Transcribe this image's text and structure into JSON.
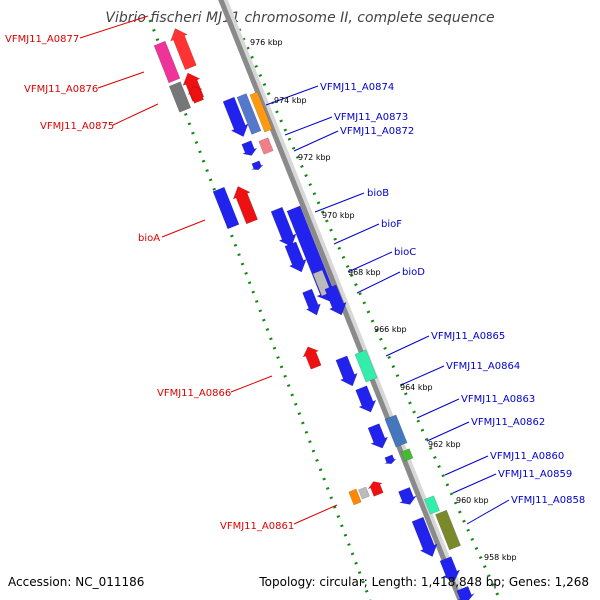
{
  "title": "Vibrio fischeri MJ11 chromosome II, complete sequence",
  "accession": "Accession: NC_011186",
  "topology": "Topology: circular; Length: 1,418,848 bp; Genes: 1,268",
  "colors": {
    "backbone": "#999999",
    "tick": "#118811",
    "forward_label": "#0000cc",
    "reverse_label": "#dd0000"
  },
  "kbp_ticks": [
    "976 kbp",
    "974 kbp",
    "972 kbp",
    "970 kbp",
    "968 kbp",
    "966 kbp",
    "964 kbp",
    "962 kbp",
    "960 kbp",
    "958 kbp"
  ],
  "labels_right": [
    "VFMJ11_A0874",
    "VFMJ11_A0873",
    "VFMJ11_A0872",
    "bioB",
    "bioF",
    "bioC",
    "bioD",
    "VFMJ11_A0865",
    "VFMJ11_A0864",
    "VFMJ11_A0863",
    "VFMJ11_A0862",
    "VFMJ11_A0860",
    "VFMJ11_A0859",
    "VFMJ11_A0858"
  ],
  "labels_left": [
    "VFMJ11_A0877",
    "VFMJ11_A0876",
    "VFMJ11_A0875",
    "bioA",
    "VFMJ11_A0866",
    "VFMJ11_A0861"
  ]
}
